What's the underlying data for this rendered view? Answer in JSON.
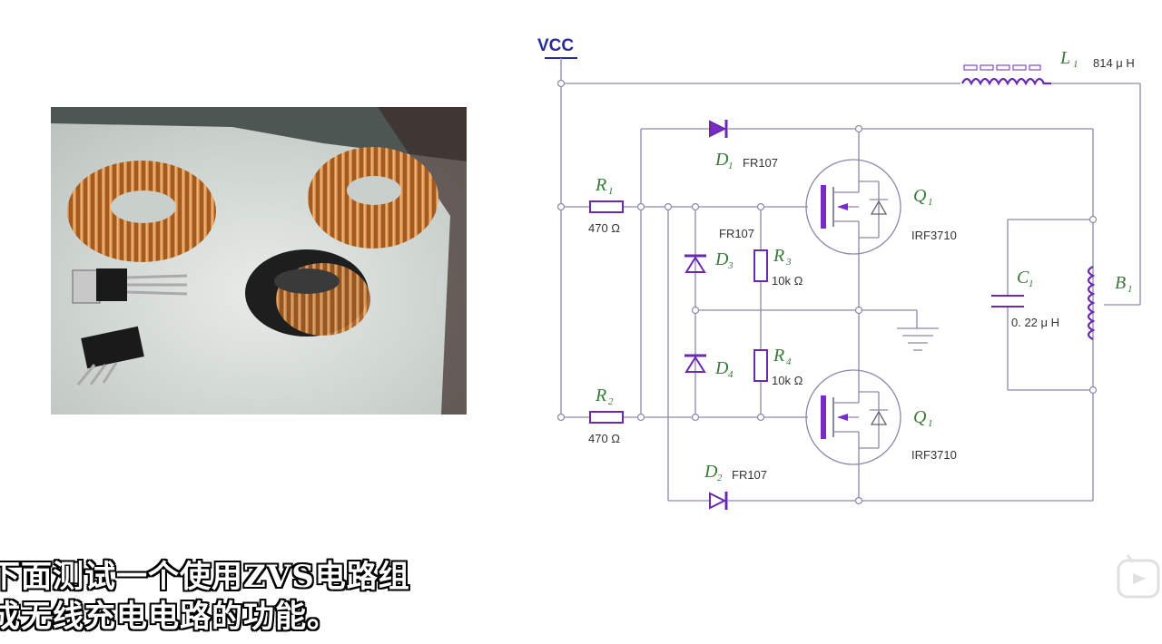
{
  "schematic": {
    "vcc": "VCC",
    "L1": {
      "name": "L",
      "sub": "1",
      "value": "814 μ H"
    },
    "D1": {
      "name": "D",
      "sub": "1",
      "part": "FR107"
    },
    "D2": {
      "name": "D",
      "sub": "2",
      "part": "FR107"
    },
    "D3": {
      "name": "D",
      "sub": "3",
      "part": "FR107"
    },
    "D4": {
      "name": "D",
      "sub": "4"
    },
    "R1": {
      "name": "R",
      "sub": "1",
      "value": "470 Ω"
    },
    "R2": {
      "name": "R",
      "sub": "2",
      "value": "470 Ω"
    },
    "R3": {
      "name": "R",
      "sub": "3",
      "value": "10k Ω"
    },
    "R4": {
      "name": "R",
      "sub": "4",
      "value": "10k Ω"
    },
    "Q1": {
      "name": "Q",
      "sub": "1",
      "part": "IRF3710"
    },
    "Q2": {
      "name": "Q",
      "sub": "1",
      "part": "IRF3710"
    },
    "C1": {
      "name": "C",
      "sub": "1",
      "value": "0. 22 μ H"
    },
    "B1": {
      "name": "B",
      "sub": "1"
    }
  },
  "subtitle": {
    "line1": "下面测试一个使用ZVS电路组",
    "line2": "成无线充电电路的功能。"
  },
  "colors": {
    "wire": "#8a8aaa",
    "component": "#7a2ac8",
    "label_green": "#3a7a3a",
    "vcc_blue": "#2a2aa0"
  }
}
